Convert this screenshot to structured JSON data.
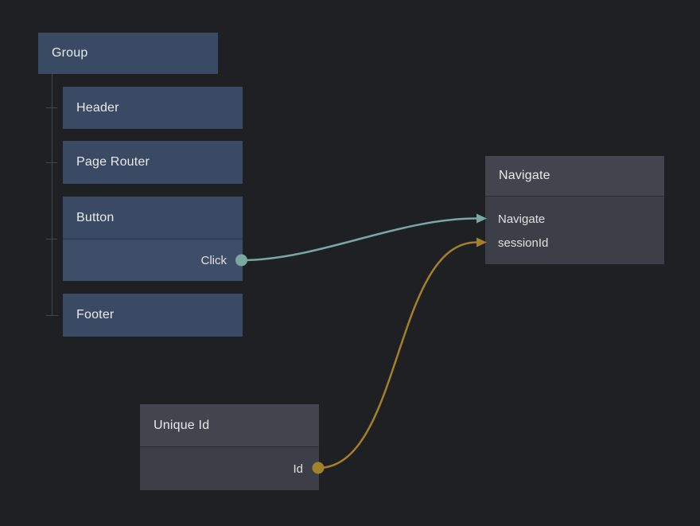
{
  "colors": {
    "background": "#1f2023",
    "node_blue": "#3b4a64",
    "node_blue_body": "#3e4d68",
    "node_gray": "#43454e",
    "node_gray_body": "#3d3f48",
    "accent_teal": "#7aa7a4",
    "accent_gold": "#a5802b",
    "tree_line": "#44464a",
    "text": "#e9eaeb",
    "text_dim": "#e0e1e2"
  },
  "nodes": {
    "group": {
      "title": "Group"
    },
    "header": {
      "title": "Header"
    },
    "page_router": {
      "title": "Page Router"
    },
    "button": {
      "title": "Button",
      "outputs": [
        {
          "label": "Click"
        }
      ]
    },
    "footer": {
      "title": "Footer"
    },
    "navigate": {
      "title": "Navigate",
      "inputs": [
        {
          "label": "Navigate"
        },
        {
          "label": "sessionId"
        }
      ]
    },
    "unique_id": {
      "title": "Unique Id",
      "outputs": [
        {
          "label": "Id"
        }
      ]
    }
  },
  "connections": [
    {
      "from": "Button.Click",
      "to": "Navigate.Navigate",
      "color": "#7aa7a4"
    },
    {
      "from": "Unique Id.Id",
      "to": "Navigate.sessionId",
      "color": "#a5802b"
    }
  ]
}
